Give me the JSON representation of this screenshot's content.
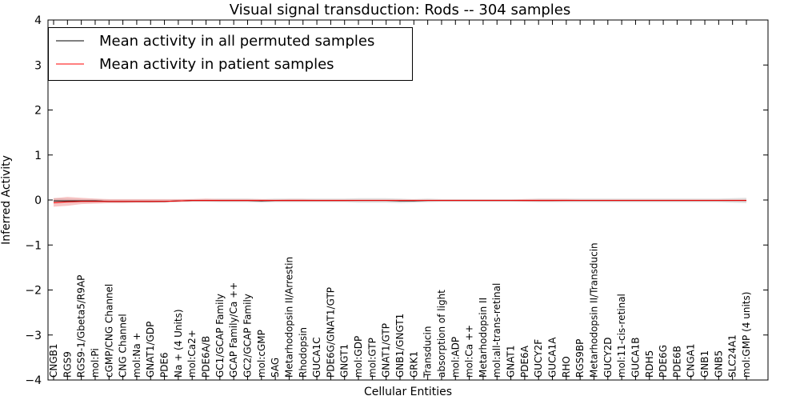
{
  "chart_data": {
    "type": "line",
    "title": "Visual signal transduction: Rods -- 304 samples",
    "xlabel": "Cellular Entities",
    "ylabel": "Inferred Activity",
    "ylim": [
      -4,
      4
    ],
    "yticks": [
      4,
      3,
      2,
      1,
      0,
      -1,
      -2,
      -3,
      -4
    ],
    "ytick_labels": [
      "4",
      "3",
      "2",
      "1",
      "0",
      "−1",
      "−2",
      "−3",
      "−4"
    ],
    "grid": false,
    "legend_position": "top-left",
    "categories": [
      "CNGB1",
      "RGS9",
      "RGS9-1/Gbeta5/R9AP",
      "mol:Pi",
      "cGMP/CNG Channel",
      "CNG Channel",
      "mol:Na +",
      "GNAT1/GDP",
      "PDE6",
      "Na + (4 Units)",
      "mol:Ca2+",
      "PDE6A/B",
      "GC1/GCAP Family",
      "GCAP Family/Ca ++",
      "GC2/GCAP Family",
      "mol:cGMP",
      "SAG",
      "Metarhodopsin II/Arrestin",
      "Rhodopsin",
      "GUCA1C",
      "PDE6G/GNAT1/GTP",
      "GNGT1",
      "mol:GDP",
      "mol:GTP",
      "GNAT1/GTP",
      "GNB1/GNGT1",
      "GRK1",
      "Transducin",
      "absorption of light",
      "mol:ADP",
      "mol:Ca ++",
      "Metarhodopsin II",
      "mol:all-trans-retinal",
      "GNAT1",
      "PDE6A",
      "GUCY2F",
      "GUCA1A",
      "RHO",
      "RGS9BP",
      "Metarhodopsin II/Transducin",
      "GUCY2D",
      "mol:11-cis-retinal",
      "GUCA1B",
      "RDH5",
      "PDE6G",
      "PDE6B",
      "CNGA1",
      "GNB1",
      "GNB5",
      "SLC24A1",
      "mol:GMP (4 units)"
    ],
    "series": [
      {
        "name": "Mean activity in all permuted samples",
        "color": "#000000",
        "band_color": "#cccccc",
        "values": [
          -0.02,
          -0.02,
          -0.02,
          -0.02,
          -0.03,
          -0.03,
          -0.03,
          -0.03,
          -0.03,
          -0.02,
          -0.01,
          -0.01,
          -0.01,
          -0.01,
          -0.01,
          -0.02,
          -0.01,
          -0.01,
          -0.01,
          -0.01,
          -0.01,
          -0.01,
          -0.01,
          -0.01,
          -0.01,
          -0.02,
          -0.02,
          -0.01,
          -0.01,
          -0.01,
          -0.01,
          -0.01,
          -0.01,
          -0.01,
          -0.01,
          -0.01,
          -0.01,
          -0.01,
          -0.01,
          -0.01,
          -0.01,
          -0.01,
          -0.01,
          -0.01,
          -0.01,
          -0.01,
          -0.01,
          -0.01,
          -0.01,
          -0.01,
          -0.01
        ],
        "lower": [
          -0.08,
          -0.07,
          -0.06,
          -0.06,
          -0.06,
          -0.06,
          -0.06,
          -0.06,
          -0.06,
          -0.05,
          -0.04,
          -0.04,
          -0.05,
          -0.05,
          -0.05,
          -0.06,
          -0.05,
          -0.05,
          -0.05,
          -0.05,
          -0.05,
          -0.05,
          -0.06,
          -0.06,
          -0.06,
          -0.07,
          -0.06,
          -0.05,
          -0.04,
          -0.04,
          -0.04,
          -0.04,
          -0.04,
          -0.04,
          -0.04,
          -0.05,
          -0.05,
          -0.05,
          -0.05,
          -0.05,
          -0.05,
          -0.05,
          -0.05,
          -0.05,
          -0.05,
          -0.05,
          -0.05,
          -0.05,
          -0.05,
          -0.06,
          -0.07
        ],
        "upper": [
          0.04,
          0.03,
          0.02,
          0.02,
          0.01,
          0.01,
          0.01,
          0.01,
          0.01,
          0.01,
          0.02,
          0.02,
          0.03,
          0.03,
          0.03,
          0.02,
          0.03,
          0.03,
          0.03,
          0.03,
          0.03,
          0.03,
          0.04,
          0.04,
          0.04,
          0.03,
          0.02,
          0.03,
          0.02,
          0.02,
          0.02,
          0.02,
          0.02,
          0.02,
          0.02,
          0.03,
          0.03,
          0.03,
          0.03,
          0.03,
          0.03,
          0.03,
          0.03,
          0.03,
          0.03,
          0.03,
          0.03,
          0.03,
          0.03,
          0.04,
          0.05
        ]
      },
      {
        "name": "Mean activity in patient samples",
        "color": "#ff0000",
        "band_color": "#f08080",
        "values": [
          -0.06,
          -0.04,
          -0.03,
          -0.03,
          -0.03,
          -0.03,
          -0.03,
          -0.03,
          -0.03,
          -0.02,
          -0.01,
          -0.01,
          -0.01,
          -0.01,
          -0.01,
          -0.01,
          -0.01,
          -0.01,
          -0.01,
          -0.01,
          -0.01,
          -0.01,
          -0.01,
          -0.01,
          -0.01,
          -0.01,
          -0.01,
          -0.01,
          -0.01,
          -0.01,
          -0.01,
          -0.01,
          -0.01,
          -0.01,
          -0.01,
          -0.01,
          -0.01,
          -0.01,
          -0.01,
          -0.01,
          -0.01,
          -0.01,
          -0.01,
          -0.01,
          -0.01,
          -0.01,
          -0.01,
          -0.01,
          -0.01,
          -0.01,
          -0.01
        ],
        "lower": [
          -0.15,
          -0.13,
          -0.09,
          -0.08,
          -0.07,
          -0.07,
          -0.06,
          -0.06,
          -0.05,
          -0.04,
          -0.03,
          -0.03,
          -0.03,
          -0.03,
          -0.03,
          -0.03,
          -0.03,
          -0.03,
          -0.03,
          -0.03,
          -0.03,
          -0.03,
          -0.02,
          -0.02,
          -0.02,
          -0.02,
          -0.02,
          -0.02,
          -0.02,
          -0.02,
          -0.02,
          -0.02,
          -0.02,
          -0.02,
          -0.03,
          -0.03,
          -0.03,
          -0.02,
          -0.02,
          -0.02,
          -0.02,
          -0.02,
          -0.02,
          -0.02,
          -0.02,
          -0.02,
          -0.02,
          -0.02,
          -0.02,
          -0.02,
          -0.02
        ],
        "upper": [
          0.04,
          0.07,
          0.05,
          0.03,
          0.02,
          0.02,
          0.02,
          0.02,
          0.02,
          0.02,
          0.02,
          0.03,
          0.02,
          0.02,
          0.02,
          0.02,
          0.01,
          0.02,
          0.02,
          0.01,
          0.01,
          0.01,
          0.01,
          0.01,
          0.01,
          0.01,
          0.01,
          0.01,
          0.01,
          0.01,
          0.01,
          0.01,
          0.01,
          0.01,
          0.02,
          0.02,
          0.02,
          0.02,
          0.01,
          0.01,
          0.01,
          0.01,
          0.01,
          0.01,
          0.01,
          0.01,
          0.01,
          0.01,
          0.01,
          0.01,
          0.01
        ]
      }
    ]
  }
}
